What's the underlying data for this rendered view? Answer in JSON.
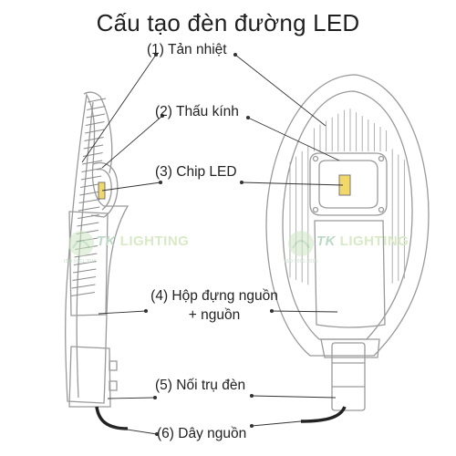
{
  "title": "Cấu tạo đèn đường LED",
  "labels": {
    "heat_sink": "(1) Tản nhiệt",
    "lens": "(2) Thấu kính",
    "chip": "(3) Chip LED",
    "box_line1": "(4) Hộp đựng nguồn",
    "box_line2": "+ nguồn",
    "pole_joint": "(5) Nối trụ đèn",
    "cable": "(6) Dây nguồn"
  },
  "watermark": {
    "brand_a": "TK",
    "brand_b": "LIGHTING",
    "iso": "ISO 9001:2015"
  },
  "colors": {
    "outline": "#9a9a9a",
    "chip": "#f2d86a",
    "line": "#333333",
    "cable": "#222222"
  }
}
